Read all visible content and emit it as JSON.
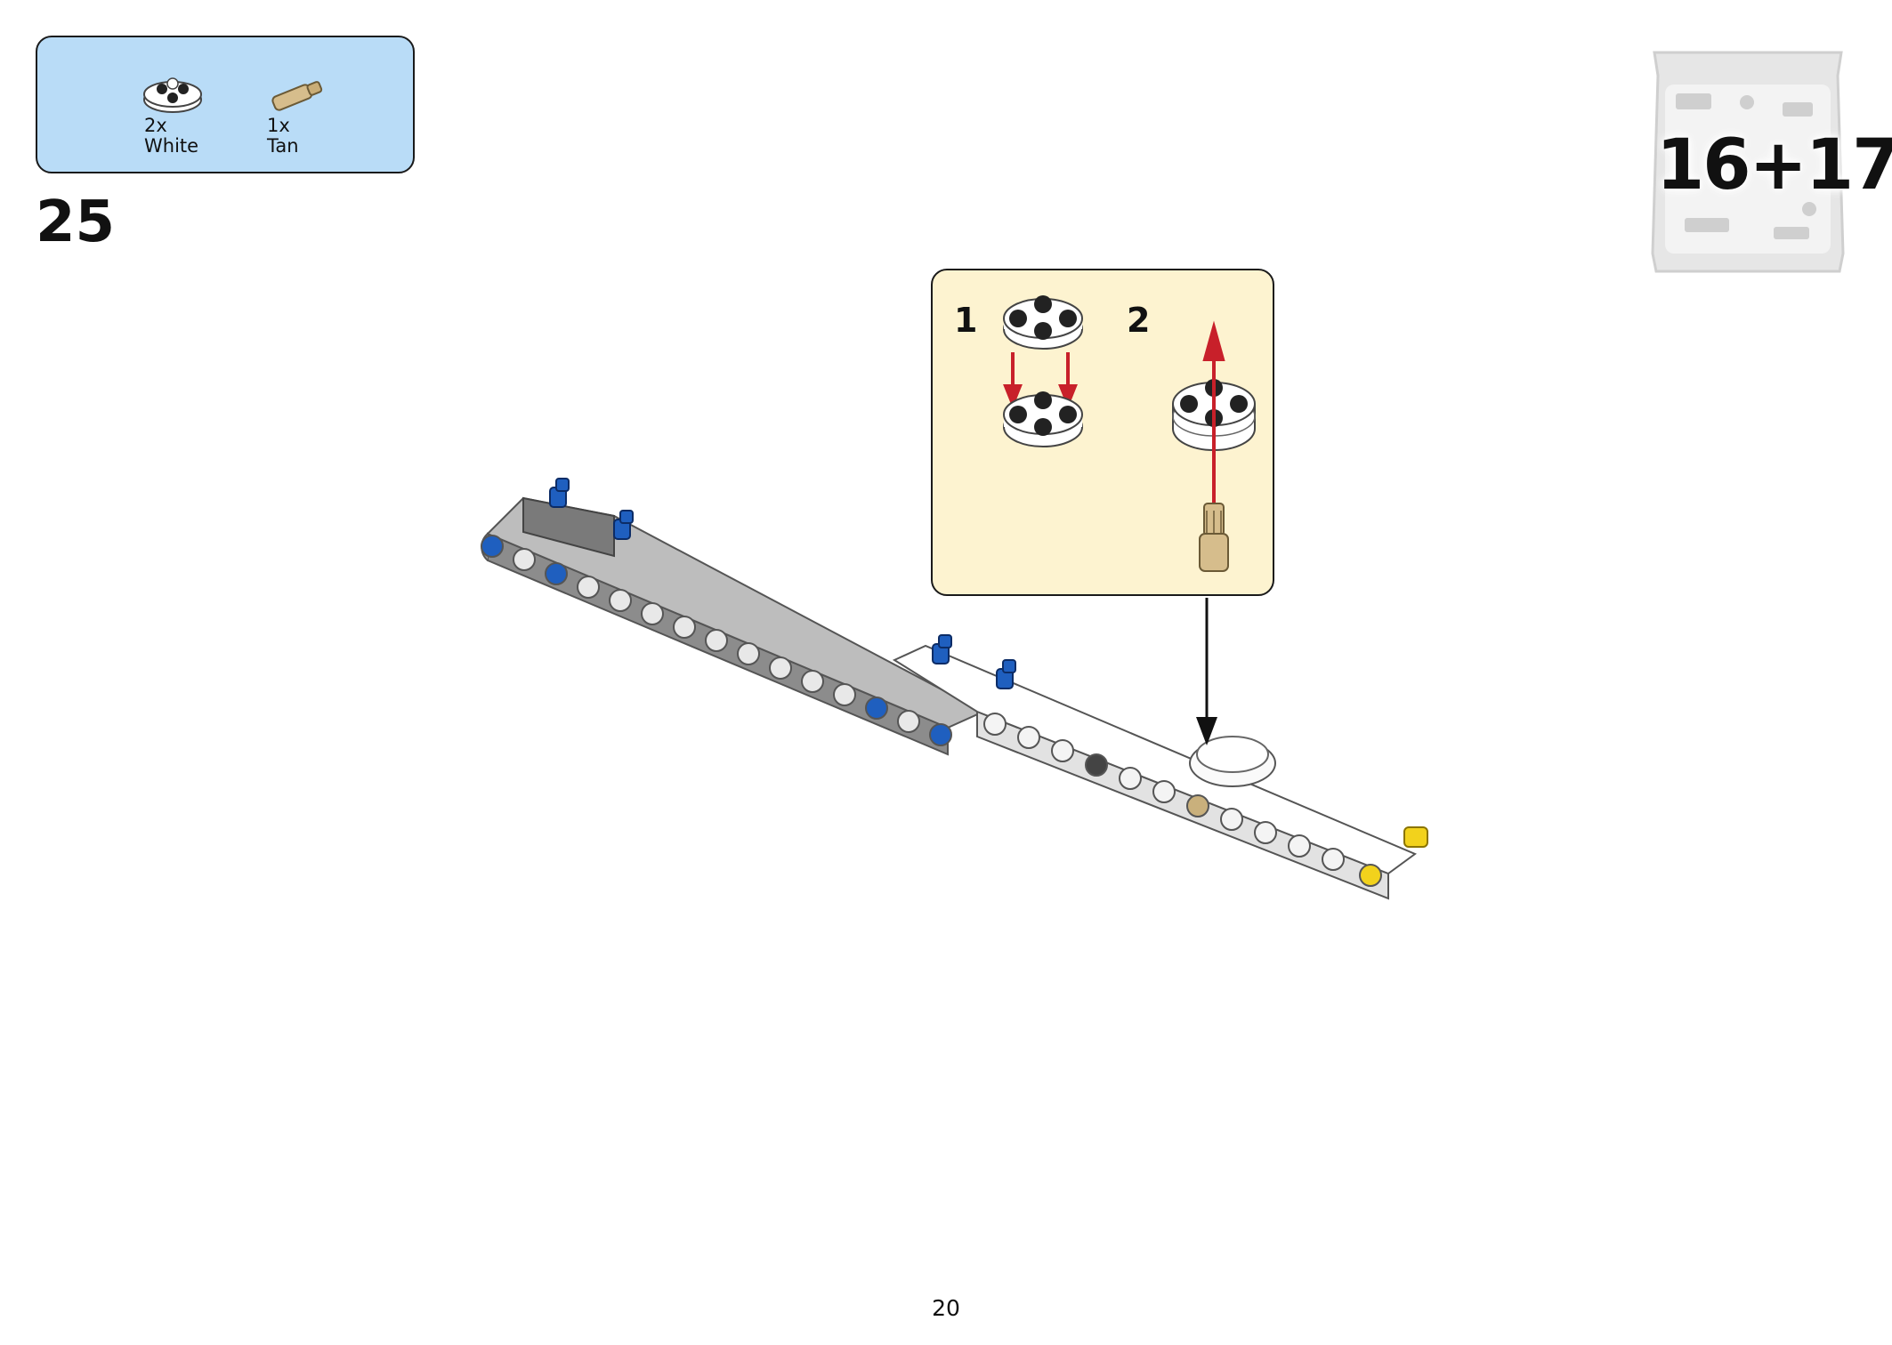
{
  "parts_list": {
    "items": [
      {
        "quantity": "2x",
        "color": "White",
        "icon": "round-plate-2x2-icon"
      },
      {
        "quantity": "1x",
        "color": "Tan",
        "icon": "axle-pin-icon"
      }
    ]
  },
  "step": {
    "number": "25"
  },
  "bag": {
    "label": "16+17",
    "icon": "parts-bag-icon"
  },
  "callout": {
    "sub_steps": [
      {
        "number": "1"
      },
      {
        "number": "2"
      }
    ]
  },
  "colors": {
    "parts_box_bg": "#b9dcf7",
    "callout_bg": "#fdf3d0",
    "arrow_red": "#c8202a",
    "pin_blue": "#1f5fbf",
    "beam_gray": "#a9a9a9",
    "pin_yellow": "#f2d21c",
    "tan": "#d6bd8c"
  },
  "page": {
    "number": "20"
  }
}
